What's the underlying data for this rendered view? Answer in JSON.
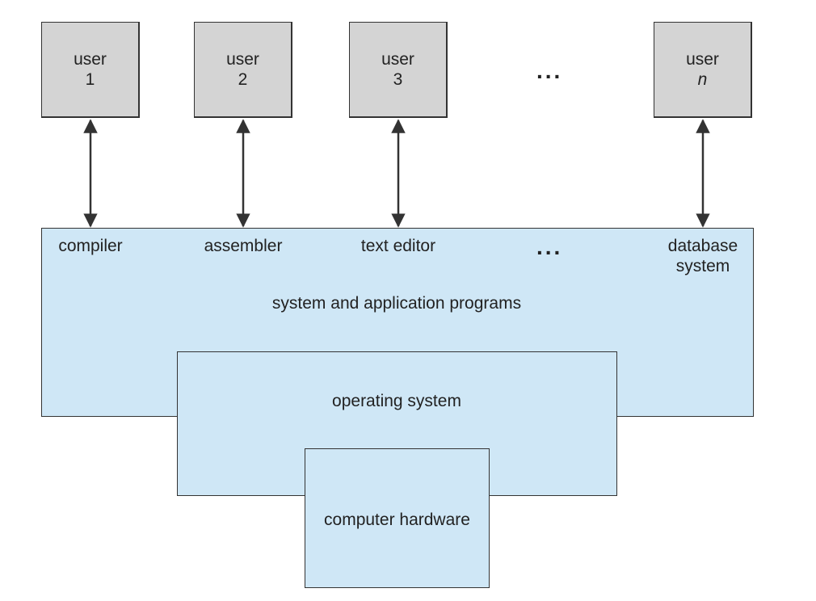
{
  "users": [
    {
      "label": "user",
      "id": "1",
      "italic": false
    },
    {
      "label": "user",
      "id": "2",
      "italic": false
    },
    {
      "label": "user",
      "id": "3",
      "italic": false
    },
    {
      "label": "user",
      "id": "n",
      "italic": true
    }
  ],
  "ellipsis": "...",
  "programs": {
    "compiler": "compiler",
    "assembler": "assembler",
    "text_editor": "text editor",
    "database_line1": "database",
    "database_line2": "system"
  },
  "layers": {
    "apps": "system and application programs",
    "os": "operating system",
    "hardware": "computer hardware"
  },
  "colors": {
    "user_box_fill": "#d4d4d4",
    "layer_fill": "#cfe7f6",
    "stroke": "#333333"
  }
}
